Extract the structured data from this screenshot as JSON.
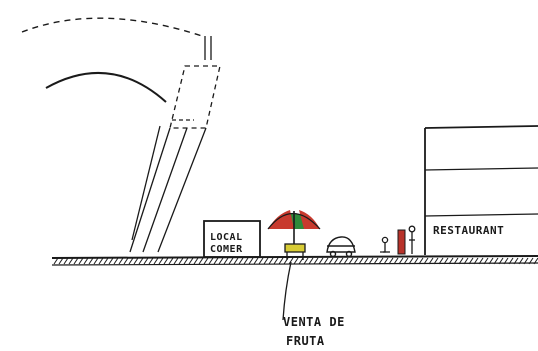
{
  "sketch": {
    "signs": {
      "local": "LOCAL",
      "comer": "COMER",
      "restaurant": "RESTAURANT"
    },
    "annotation": {
      "line1": "VENTA DE",
      "line2": "FRUTA"
    }
  },
  "colors": {
    "ink": "#1a1a1a",
    "umbrella_red": "#c83a2e",
    "umbrella_green": "#2f8a3a",
    "stand_yellow": "#d8cc35",
    "door_red": "#b8322a"
  }
}
